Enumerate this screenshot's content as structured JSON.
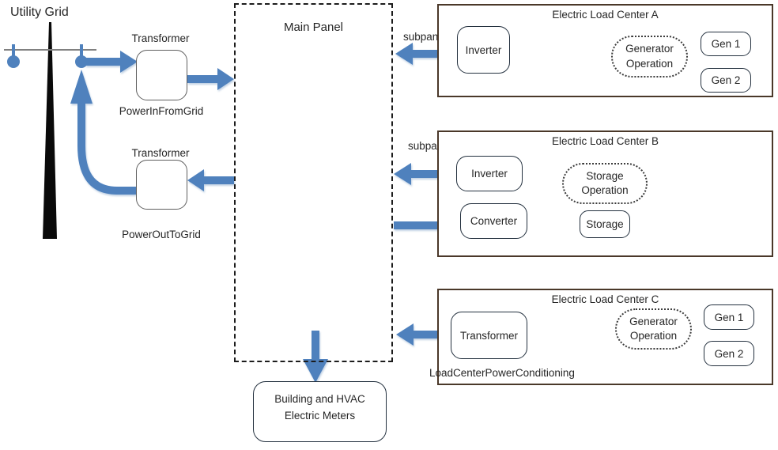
{
  "colors": {
    "arrow_blue": "#4f81bd",
    "lc_border": "#4a3829",
    "shape_border": "#24313f",
    "text": "#262626"
  },
  "utility_grid": {
    "label": "Utility Grid"
  },
  "power_in": {
    "shape_label": "Transformer",
    "name": "PowerInFromGrid"
  },
  "power_out": {
    "shape_label": "Transformer",
    "name": "PowerOutToGrid"
  },
  "main_panel": {
    "label": "Main Panel"
  },
  "building_meters": {
    "line1": "Building and HVAC",
    "line2": "Electric Meters"
  },
  "load_center_a": {
    "title": "Electric Load Center A",
    "subpanel": "subpanel",
    "inverter": "Inverter",
    "generator_operation": {
      "line1": "Generator",
      "line2": "Operation"
    },
    "gen1": "Gen 1",
    "gen2": "Gen 2"
  },
  "load_center_b": {
    "title": "Electric Load Center B",
    "subpanel": "subpanel",
    "inverter": "Inverter",
    "converter": "Converter",
    "storage_operation": {
      "line1": "Storage",
      "line2": "Operation"
    },
    "storage": "Storage"
  },
  "load_center_c": {
    "title": "Electric Load Center C",
    "transformer": "Transformer",
    "generator_operation": {
      "line1": "Generator",
      "line2": "Operation"
    },
    "gen1": "Gen 1",
    "gen2": "Gen 2",
    "caption": "LoadCenterPowerConditioning"
  }
}
